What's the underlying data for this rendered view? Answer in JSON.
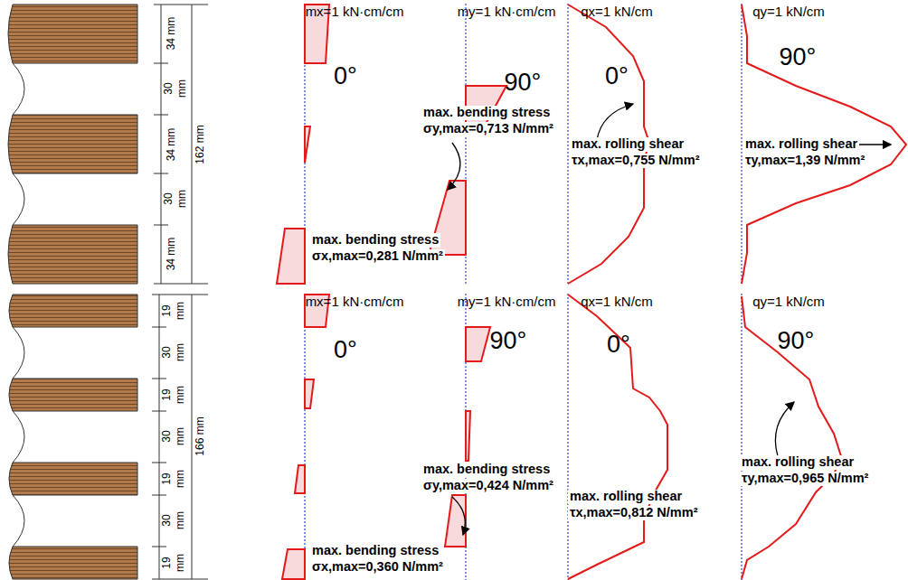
{
  "diagram": {
    "labels": [
      "34 mm",
      "30",
      "mm",
      "34 mm",
      "30",
      "mm",
      "34 mm",
      "162 mm",
      "mx=1 kN·cm/cm",
      "my=1 kN·cm/cm",
      "qx=1 kN/cm",
      "qy=1 kN/cm",
      "0°",
      "90°",
      "0°",
      "90°",
      "max. bending stress",
      "σy,max=0,713 N/mm²",
      "max. bending stress",
      "σx,max=0,281 N/mm²",
      "max. rolling shear",
      "τx,max=0,755 N/mm²",
      "max. rolling shear",
      "τy,max=1,39 N/mm²",
      "19",
      "mm",
      "30",
      "mm",
      "19",
      "mm",
      "30",
      "mm",
      "19",
      "mm",
      "30",
      "mm",
      "19",
      "mm",
      "166 mm",
      "mx=1 kN·cm/cm",
      "my=1 kN·cm/cm",
      "qx=1 kN/cm",
      "qy=1 kN/cm",
      "0°",
      "90°",
      "0°",
      "90°",
      "max. bending stress",
      "σy,max=0,424 N/mm²",
      "max. rolling shear",
      "τx,max=0,812 N/mm²",
      "max. rolling shear",
      "τy,max=0,965 N/mm²",
      "max. bending stress",
      "σx,max=0,360 N/mm²"
    ]
  }
}
